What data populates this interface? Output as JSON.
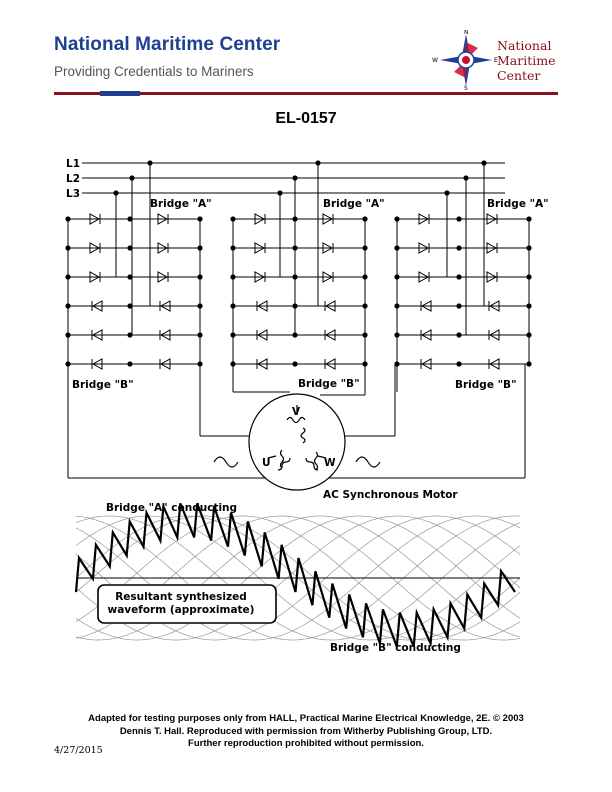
{
  "header": {
    "org_name": "National Maritime Center",
    "tagline": "Providing Credentials to Mariners",
    "logo_text": [
      "National",
      "Maritime",
      "Center"
    ],
    "logo_compass_letters": {
      "n": "N",
      "s": "S",
      "e": "E",
      "w": "W"
    }
  },
  "doc_id": "EL-0157",
  "diagram": {
    "lines": [
      "L1",
      "L2",
      "L3"
    ],
    "bridge_a_label": "Bridge \"A\"",
    "bridge_b_label": "Bridge \"B\"",
    "motor_label": "AC Synchronous Motor",
    "windings": [
      "V",
      "U",
      "W"
    ],
    "bridge_a_conducting": "Bridge \"A\" conducting",
    "bridge_b_conducting": "Bridge \"B\" conducting",
    "waveform_box": [
      "Resultant synthesized",
      "waveform (approximate)"
    ]
  },
  "footer": {
    "lines": [
      "Adapted for testing purposes only from HALL, Practical Marine Electrical Knowledge, 2E. © 2003",
      "Dennis T. Hall. Reproduced with permission from Witherby Publishing Group, LTD.",
      "Further reproduction prohibited without permission."
    ],
    "date": "4/27/2015"
  },
  "colors": {
    "brand_blue": "#1f3f93",
    "brand_red": "#8a1020"
  }
}
